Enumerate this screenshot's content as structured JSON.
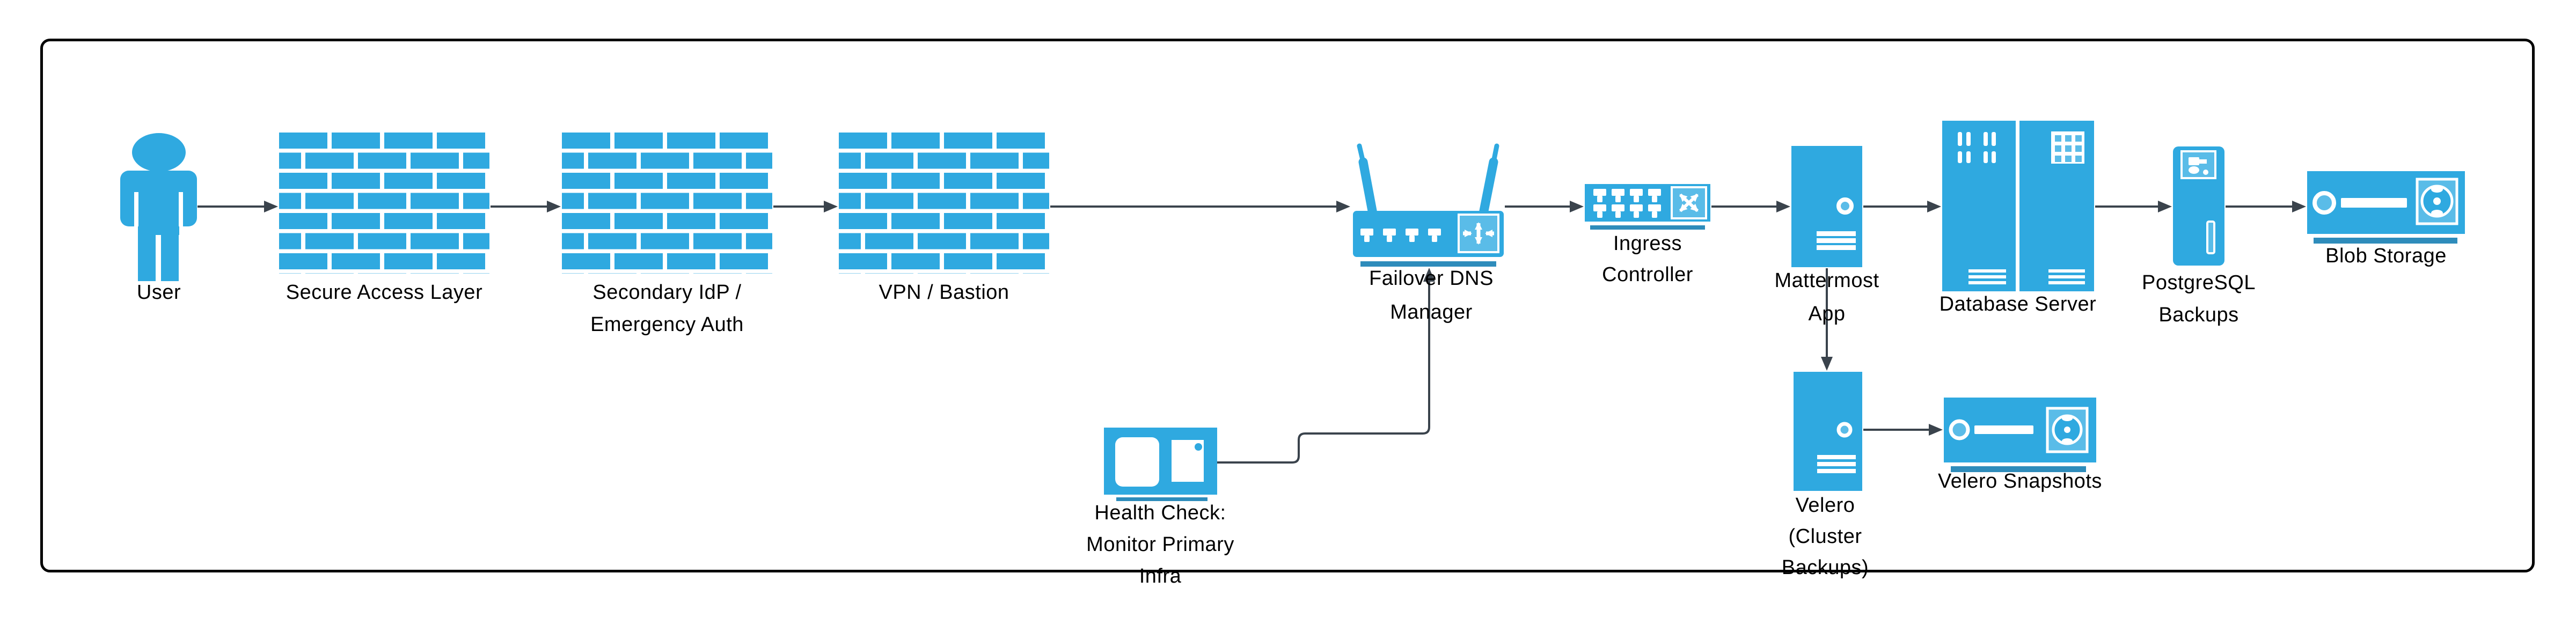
{
  "diagram": {
    "type": "flowchart-infrastructure",
    "colors": {
      "node_fill": "#2fa9e0",
      "node_fill_light": "#5abce8",
      "accent_bar": "#2e8cbb",
      "connector": "#3a434c",
      "frame_border": "#000000",
      "background": "#ffffff",
      "label_text": "#000000"
    },
    "nodes": {
      "user": {
        "label": "User",
        "icon": "user-icon",
        "lines": [
          "User"
        ]
      },
      "secure_access": {
        "label": "Secure Access Layer",
        "icon": "firewall-icon",
        "lines": [
          "Secure Access Layer"
        ]
      },
      "secondary_idp": {
        "label": "Secondary IdP / Emergency Auth",
        "icon": "firewall-icon",
        "lines": [
          "Secondary IdP /",
          "Emergency Auth"
        ]
      },
      "vpn_bastion": {
        "label": "VPN / Bastion",
        "icon": "firewall-icon",
        "lines": [
          "VPN / Bastion"
        ]
      },
      "failover_dns": {
        "label": "Failover DNS Manager",
        "icon": "wireless-router-icon",
        "lines": [
          "Failover DNS",
          "Manager"
        ]
      },
      "ingress": {
        "label": "Ingress Controller",
        "icon": "network-switch-icon",
        "lines": [
          "Ingress",
          "Controller"
        ]
      },
      "mattermost": {
        "label": "Mattermost App",
        "icon": "server-tower-icon",
        "lines": [
          "Mattermost",
          "App"
        ]
      },
      "database": {
        "label": "Database Server",
        "icon": "server-rack-icon",
        "lines": [
          "Database Server"
        ]
      },
      "pg_backups": {
        "label": "PostgreSQL Backups",
        "icon": "backup-server-icon",
        "lines": [
          "PostgreSQL",
          "Backups"
        ]
      },
      "blob_storage": {
        "label": "Blob Storage",
        "icon": "disk-storage-icon",
        "lines": [
          "Blob Storage"
        ]
      },
      "health_check": {
        "label": "Health Check: Monitor Primary Infra",
        "icon": "monitor-icon",
        "lines": [
          "Health Check:",
          "Monitor Primary",
          "Infra"
        ]
      },
      "velero": {
        "label": "Velero (Cluster Backups)",
        "icon": "server-tower-icon",
        "lines": [
          "Velero",
          "(Cluster",
          "Backups)"
        ]
      },
      "velero_snapshots": {
        "label": "Velero Snapshots",
        "icon": "disk-storage-icon",
        "lines": [
          "Velero Snapshots"
        ]
      }
    },
    "edges": [
      {
        "from": "user",
        "to": "secure_access"
      },
      {
        "from": "secure_access",
        "to": "secondary_idp"
      },
      {
        "from": "secondary_idp",
        "to": "vpn_bastion"
      },
      {
        "from": "vpn_bastion",
        "to": "failover_dns"
      },
      {
        "from": "failover_dns",
        "to": "ingress"
      },
      {
        "from": "ingress",
        "to": "mattermost"
      },
      {
        "from": "mattermost",
        "to": "database"
      },
      {
        "from": "database",
        "to": "pg_backups"
      },
      {
        "from": "pg_backups",
        "to": "blob_storage"
      },
      {
        "from": "mattermost",
        "to": "velero"
      },
      {
        "from": "velero",
        "to": "velero_snapshots"
      },
      {
        "from": "health_check",
        "to": "failover_dns"
      }
    ]
  }
}
